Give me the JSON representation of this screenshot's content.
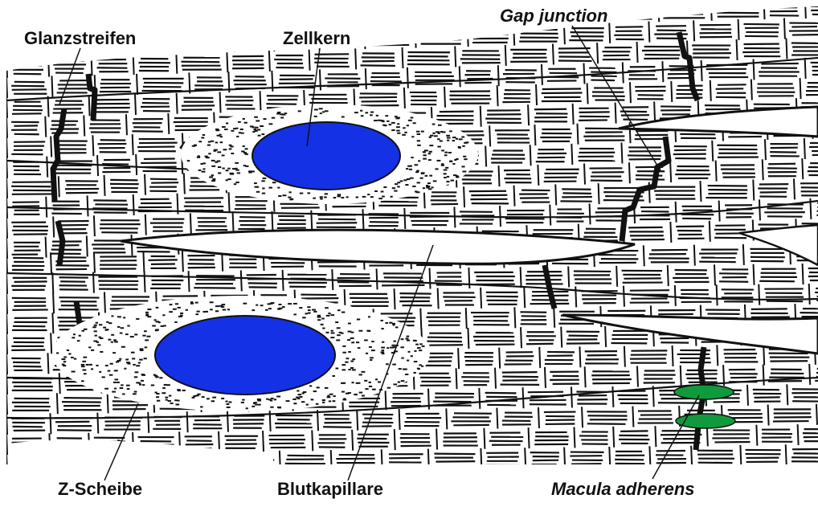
{
  "labels": {
    "glanzstreifen": "Glanzstreifen",
    "zellkern": "Zellkern",
    "gap_junction": "Gap junction",
    "z_scheibe": "Z-Scheibe",
    "blutkapillare": "Blutkapillare",
    "macula_adherens": "Macula adherens"
  },
  "colors": {
    "nucleus": "#1431e6",
    "macula": "#109a3e",
    "ink": "#111111",
    "background": "#ffffff"
  }
}
